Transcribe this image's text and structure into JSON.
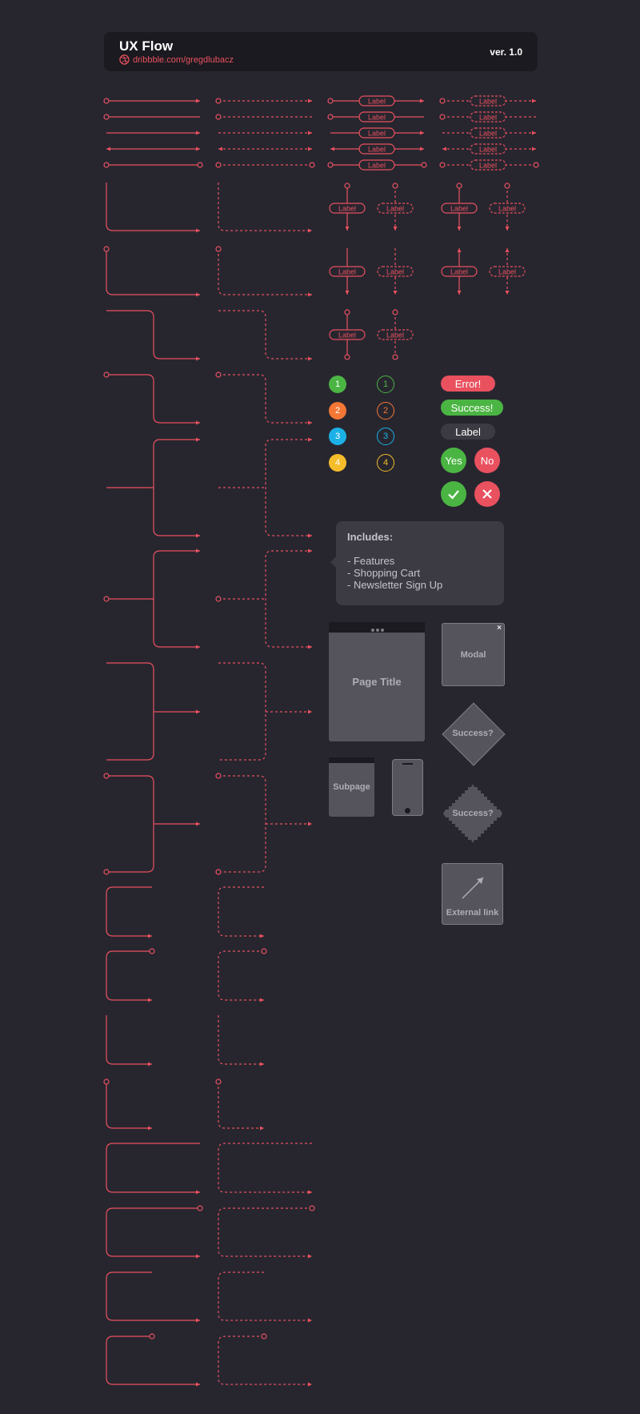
{
  "header": {
    "title": "UX Flow",
    "link": "dribbble.com/gregdlubacz",
    "version": "ver. 1.0",
    "icon": "dribbble-icon"
  },
  "connectors": {
    "label": "Label",
    "color": "#e9515f"
  },
  "badges": {
    "error": "Error!",
    "success": "Success!",
    "label": "Label",
    "yes": "Yes",
    "no": "No",
    "check_icon": "check-icon",
    "close_icon": "close-icon"
  },
  "steps": {
    "numbers": [
      "1",
      "2",
      "3",
      "4"
    ],
    "colors": [
      "#4bb543",
      "#f47735",
      "#1cb1e6",
      "#f5bd2a"
    ]
  },
  "tooltip": {
    "heading": "Includes:",
    "items": [
      "- Features",
      "- Shopping Cart",
      "- Newsletter Sign Up"
    ]
  },
  "nodes": {
    "page_title": "Page Title",
    "modal": "Modal",
    "subpage": "Subpage",
    "decision": "Success?",
    "decision_alt": "Success?",
    "external": "External link"
  },
  "colors": {
    "background": "#27262f",
    "header": "#1b1a20",
    "card": "#55545c",
    "error": "#e9515f",
    "success": "#4bb543",
    "neutral": "#3c3b43"
  }
}
